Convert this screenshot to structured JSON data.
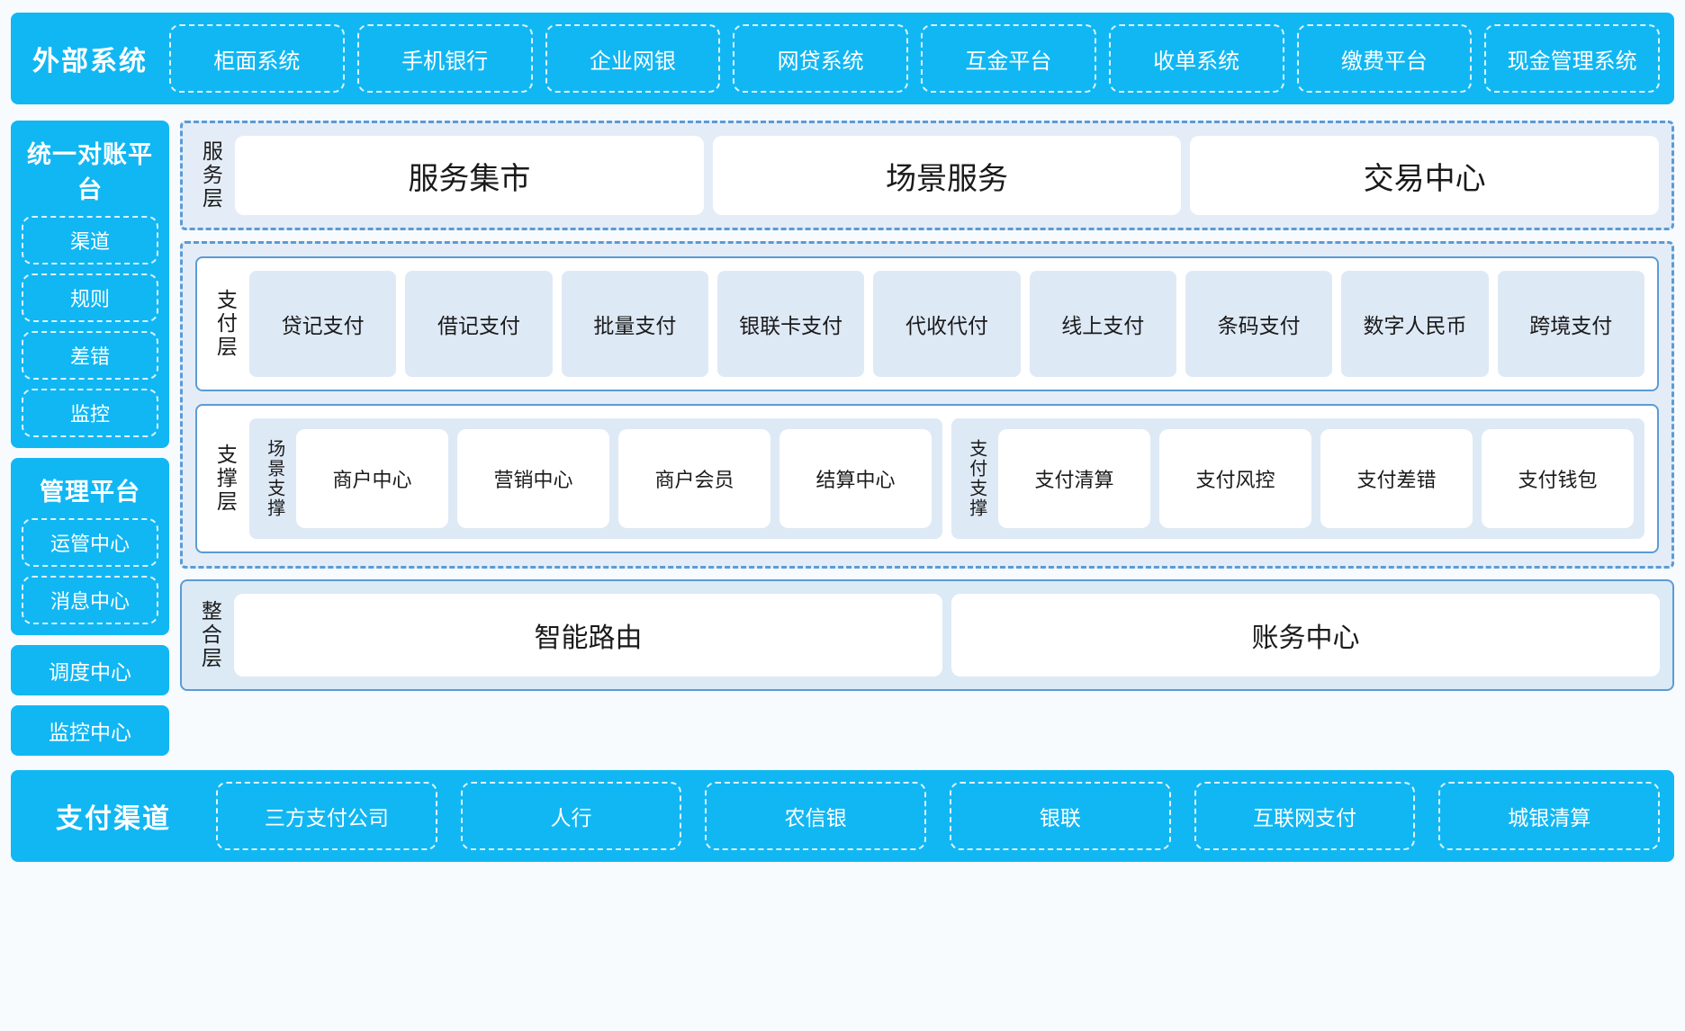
{
  "external": {
    "title": "外部系统",
    "items": [
      "柜面系统",
      "手机银行",
      "企业网银",
      "网贷系统",
      "互金平台",
      "收单系统",
      "缴费平台",
      "现金管理系统"
    ]
  },
  "left": {
    "reconcile": {
      "title": "统一对账平台",
      "items": [
        "渠道",
        "规则",
        "差错",
        "监控"
      ]
    },
    "manage": {
      "title": "管理平台",
      "items": [
        "运管中心",
        "消息中心"
      ]
    },
    "standalone": [
      "调度中心",
      "监控中心"
    ]
  },
  "service_layer": {
    "label": "服务层",
    "items": [
      "服务集市",
      "场景服务",
      "交易中心"
    ]
  },
  "payment_layer": {
    "label": "支付层",
    "items": [
      "贷记支付",
      "借记支付",
      "批量支付",
      "银联卡支付",
      "代收代付",
      "线上支付",
      "条码支付",
      "数字人民币",
      "跨境支付"
    ]
  },
  "support_layer": {
    "label": "支撑层",
    "scene": {
      "label": "场景支撑",
      "items": [
        "商户中心",
        "营销中心",
        "商户会员",
        "结算中心"
      ]
    },
    "pay": {
      "label": "支付支撑",
      "items": [
        "支付清算",
        "支付风控",
        "支付差错",
        "支付钱包"
      ]
    }
  },
  "integration_layer": {
    "label": "整合层",
    "items": [
      "智能路由",
      "账务中心"
    ]
  },
  "channels": {
    "title": "支付渠道",
    "items": [
      "三方支付公司",
      "人行",
      "农信银",
      "银联",
      "互联网支付",
      "城银清算"
    ]
  },
  "colors": {
    "cyan": "#11b7f3",
    "blue_border": "#5b9bd5",
    "panel_bg": "#e4edf7",
    "card_bg": "#dee9f6"
  }
}
